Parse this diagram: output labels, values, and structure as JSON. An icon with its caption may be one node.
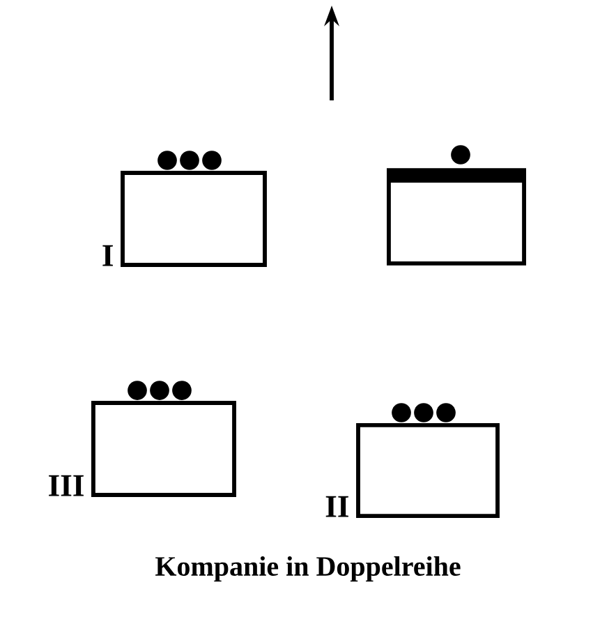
{
  "diagram": {
    "caption": "Kompanie in Doppelreihe",
    "nodes": [
      {
        "text": [],
        "shape": "box",
        "beside": [
          "I"
        ]
      },
      {
        "text": [],
        "shape": "box"
      },
      {
        "text": [],
        "shape": "box",
        "beside": [
          "III"
        ]
      },
      {
        "text": [],
        "shape": "box",
        "beside": [
          "II"
        ]
      }
    ]
  }
}
